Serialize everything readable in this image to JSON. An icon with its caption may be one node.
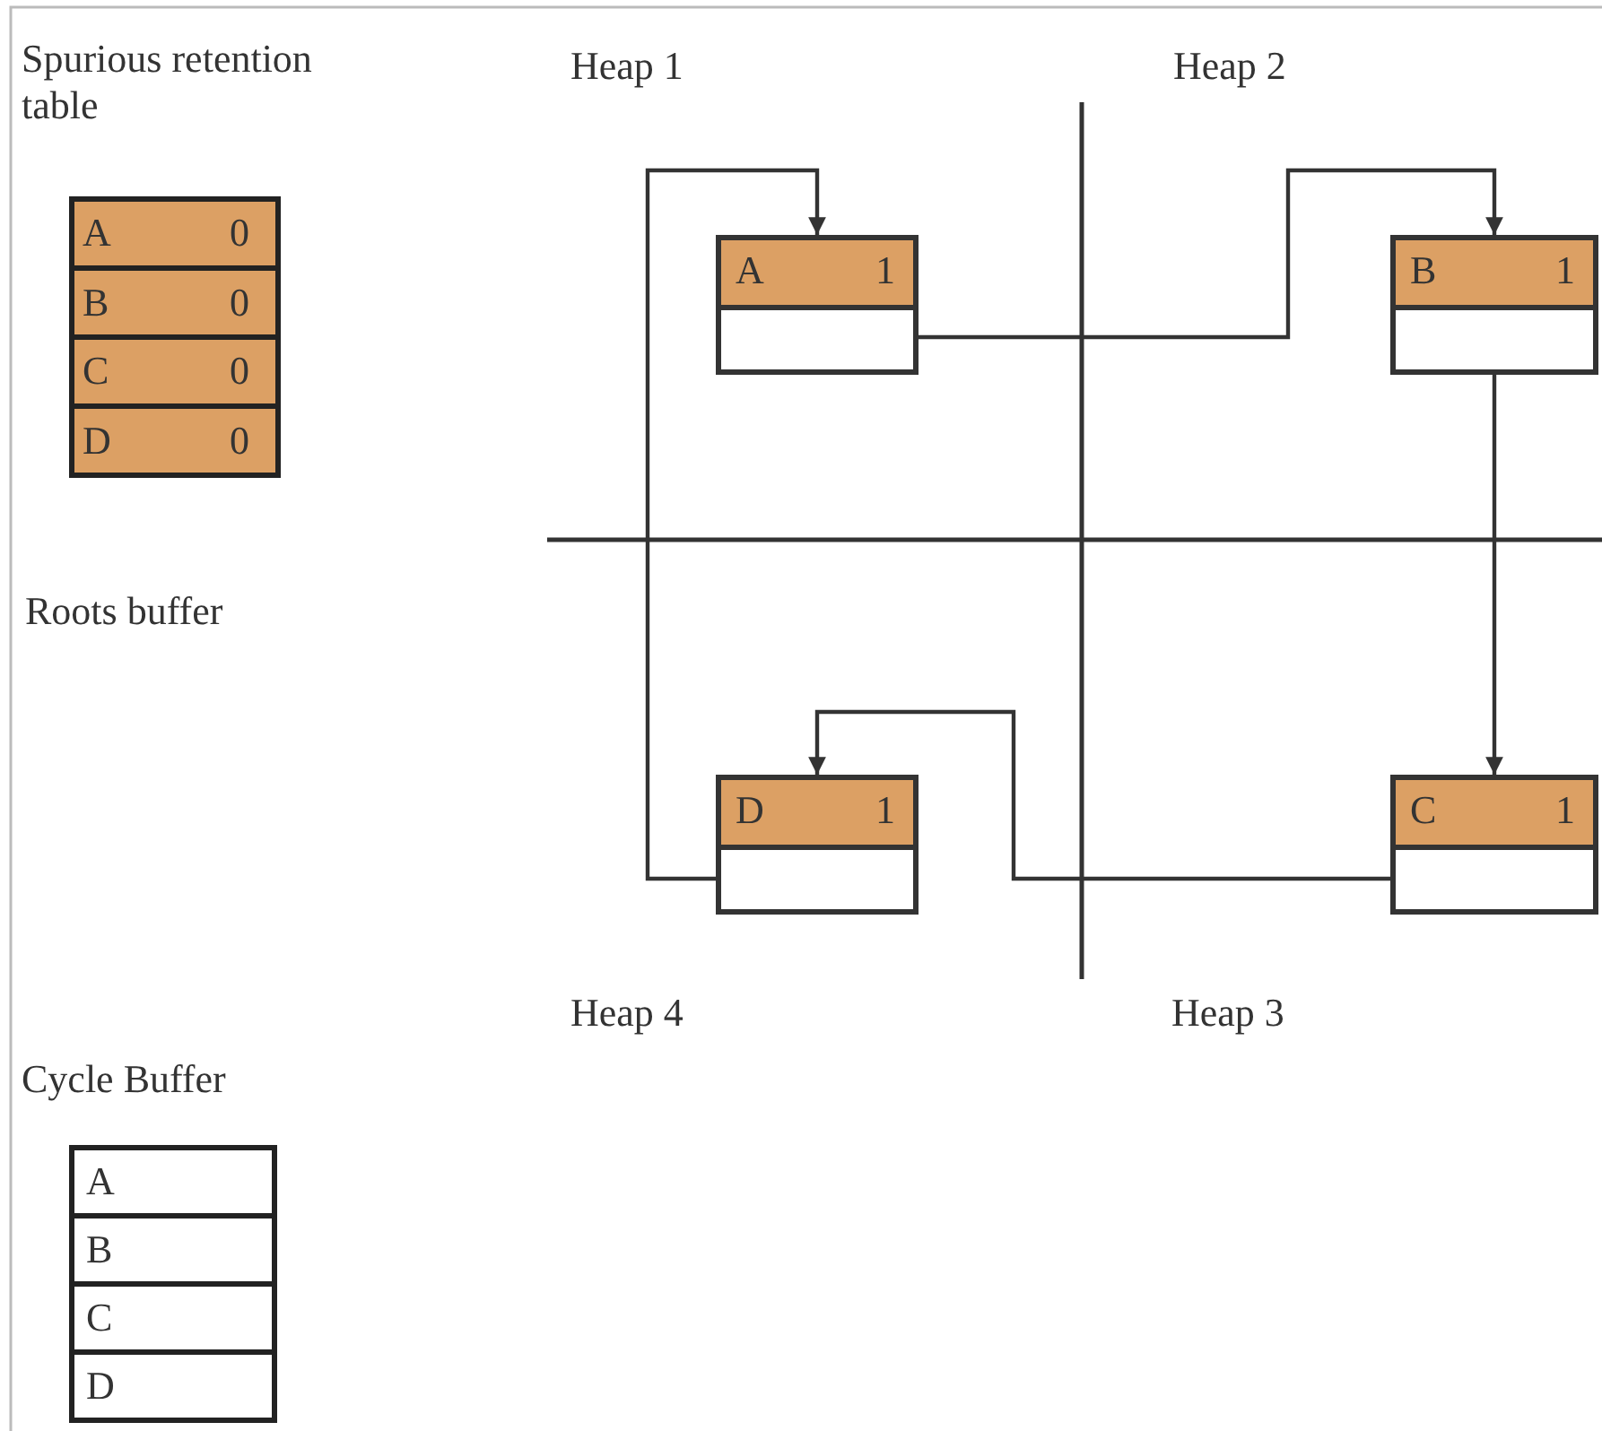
{
  "diagram": {
    "nodes": [
      {
        "text": [
          "A",
          "1"
        ]
      },
      {
        "text": [
          "B",
          "1"
        ]
      },
      {
        "text": [
          "C",
          "1"
        ]
      },
      {
        "text": [
          "D",
          "1"
        ]
      }
    ],
    "edges": [
      {
        "from": 0,
        "to": 1,
        "arrow": "to"
      },
      {
        "from": 1,
        "to": 2,
        "arrow": "to"
      },
      {
        "from": 2,
        "to": 3,
        "arrow": "to"
      },
      {
        "from": 3,
        "to": 0,
        "arrow": "to"
      }
    ],
    "labels": [
      "Spurious retention table",
      "Heap 1",
      "Heap 2",
      "A",
      "0",
      "B",
      "0",
      "C",
      "0",
      "D",
      "0",
      "Roots buffer",
      "Heap 4",
      "Heap 3",
      "Cycle Buffer",
      "A",
      "B",
      "C",
      "D"
    ]
  }
}
